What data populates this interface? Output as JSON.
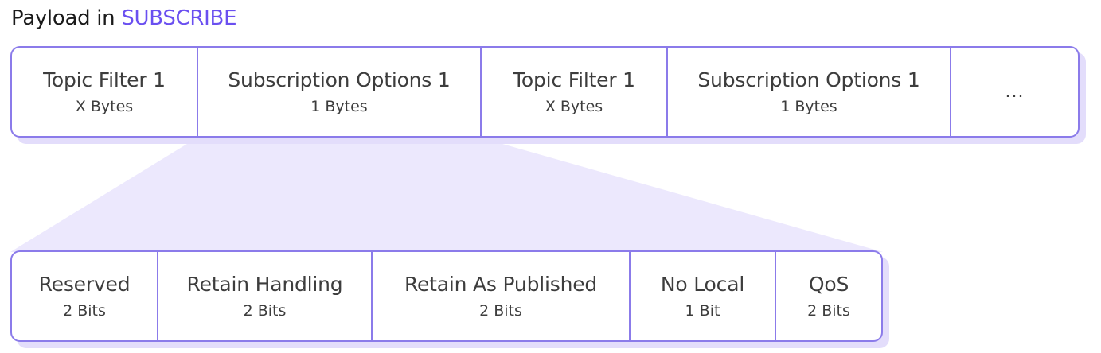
{
  "title": {
    "prefix": "Payload in",
    "accent": "SUBSCRIBE",
    "accent_color": "#6a4ff0"
  },
  "colors": {
    "border": "#8b7bea",
    "shadow": "#e3ddfb",
    "zoom_fill": "#ece8fd"
  },
  "payload_fields": [
    {
      "name": "Topic Filter 1",
      "size": "X Bytes"
    },
    {
      "name": "Subscription Options 1",
      "size": "1 Bytes"
    },
    {
      "name": "Topic Filter 1",
      "size": "X Bytes"
    },
    {
      "name": "Subscription Options 1",
      "size": "1 Bytes"
    },
    {
      "name": "...",
      "size": ""
    }
  ],
  "options_fields": [
    {
      "name": "Reserved",
      "size": "2 Bits"
    },
    {
      "name": "Retain Handling",
      "size": "2 Bits"
    },
    {
      "name": "Retain As Published",
      "size": "2 Bits"
    },
    {
      "name": "No Local",
      "size": "1 Bit"
    },
    {
      "name": "QoS",
      "size": "2 Bits"
    }
  ]
}
